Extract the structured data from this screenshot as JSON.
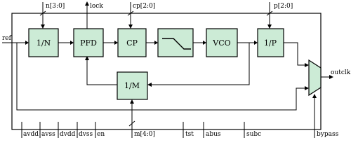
{
  "blocks": {
    "div_n": "1/N",
    "pfd": "PFD",
    "cp": "CP",
    "vco": "VCO",
    "div_p": "1/P",
    "div_m": "1/M"
  },
  "top_pins": {
    "n": "n[3:0]",
    "lock": "lock",
    "cp": "cp[2:0]",
    "p": "p[2:0]"
  },
  "side_pins": {
    "ref": "ref",
    "outclk": "outclk"
  },
  "bottom_pins": [
    "avdd",
    "avss",
    "dvdd",
    "dvss",
    "en",
    "m[4:0]",
    "tst",
    "abus",
    "subc",
    "bypass"
  ]
}
